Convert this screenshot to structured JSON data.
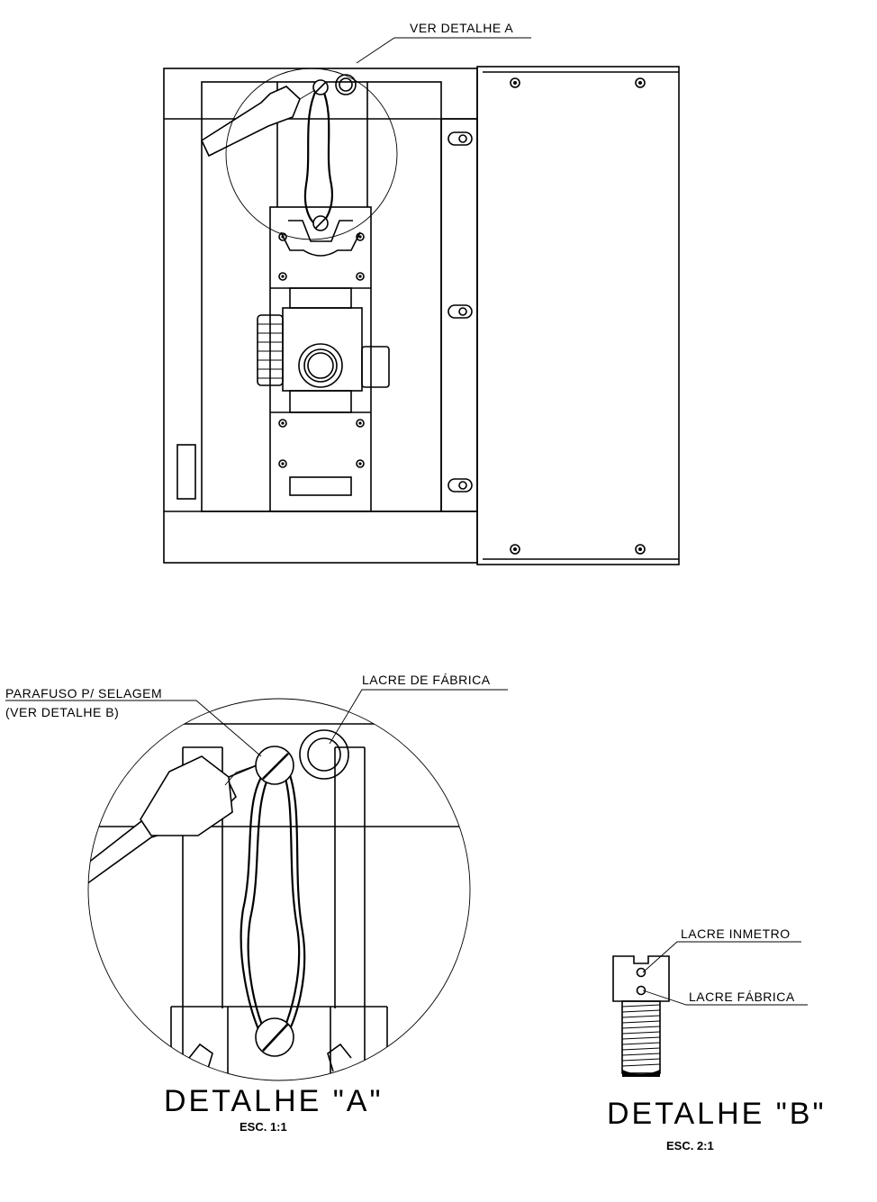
{
  "main_view": {
    "callout": "VER DETALHE A"
  },
  "detail_a": {
    "label_screw_line1": "PARAFUSO P/ SELAGEM",
    "label_screw_line2": "(VER DETALHE B)",
    "label_seal": "LACRE DE FÁBRICA",
    "title": "DETALHE \"A\"",
    "scale": "ESC. 1:1"
  },
  "detail_b": {
    "label_inmetro": "LACRE INMETRO",
    "label_fabrica": "LACRE FÁBRICA",
    "title": "DETALHE \"B\"",
    "scale": "ESC. 2:1"
  }
}
